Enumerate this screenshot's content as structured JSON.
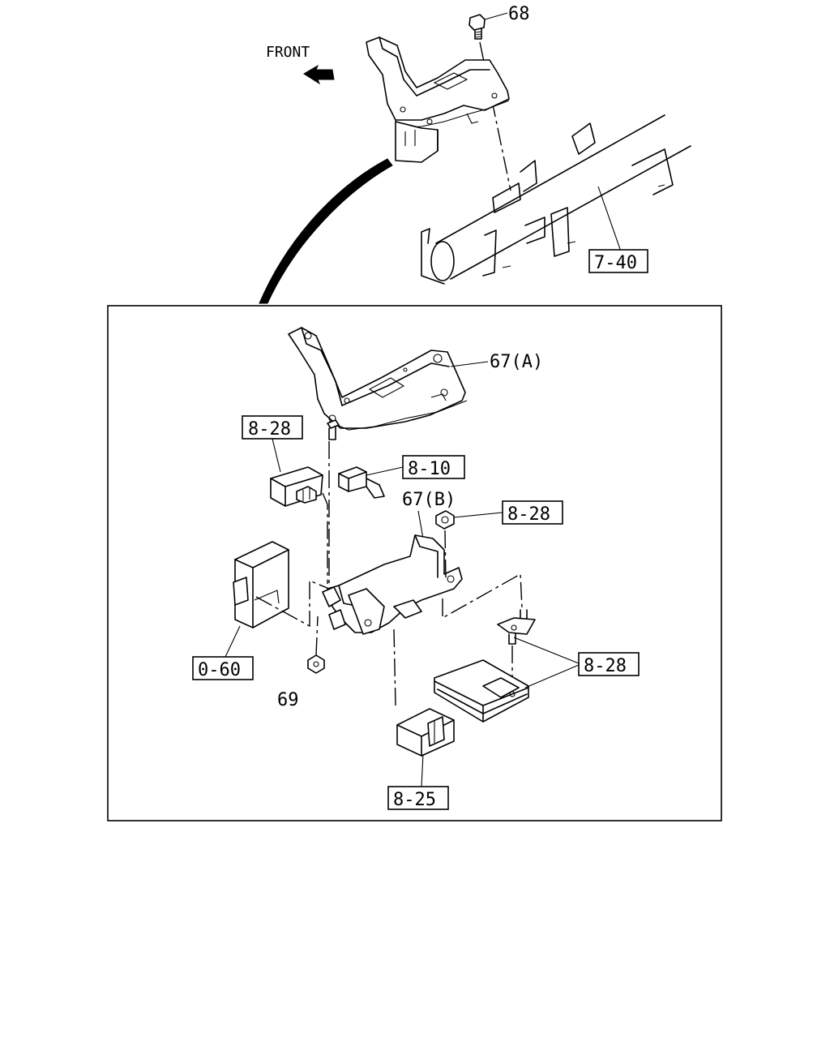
{
  "labels": {
    "front": "FRONT",
    "part_68": "68",
    "ref_7_40": "7-40",
    "part_67a": "67(A)",
    "ref_8_28_top": "8-28",
    "ref_8_10": "8-10",
    "part_67b": "67(B)",
    "ref_8_28_mid": "8-28",
    "ref_0_60": "0-60",
    "ref_8_28_right": "8-28",
    "part_69": "69",
    "ref_8_25": "8-25"
  }
}
